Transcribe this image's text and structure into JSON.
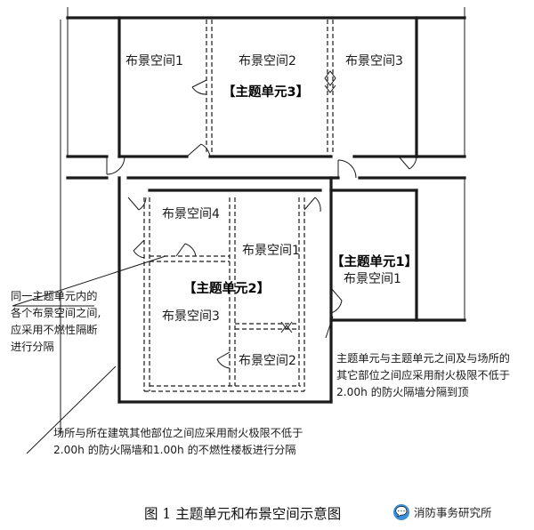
{
  "rooms": {
    "top_left": "布景空间1",
    "top_middle": "布景空间2",
    "top_right": "布景空间3",
    "lower_left_top": "布景空间4",
    "lower_left_middle": "布景空间3",
    "lower_center_top": "布景空间1",
    "lower_center_bottom": "布景空间2",
    "right_room": "布景空间1"
  },
  "units": {
    "unit3": "【主题单元3】",
    "unit2": "【主题单元2】",
    "unit1": "【主题单元1】"
  },
  "notes": {
    "left": [
      "同一主题单元内的",
      "各个布景空间之间,",
      "应采用不燃性隔断",
      "进行分隔"
    ],
    "right": [
      "主题单元与主题单元之间及与场所的",
      "其它部位之间应采用耐火极限不低于",
      "2.00h 的防火隔墙分隔到顶"
    ],
    "bottom": [
      "场所与所在建筑其他部位之间应采用耐火极限不低于",
      "2.00h 的防火隔墙和1.00h 的不燃性楼板进行分隔"
    ]
  },
  "caption": "图 1  主题单元和布景空间示意图",
  "watermark": {
    "icon": "wechat-bubble-icon",
    "text": "消防事务研究所"
  }
}
